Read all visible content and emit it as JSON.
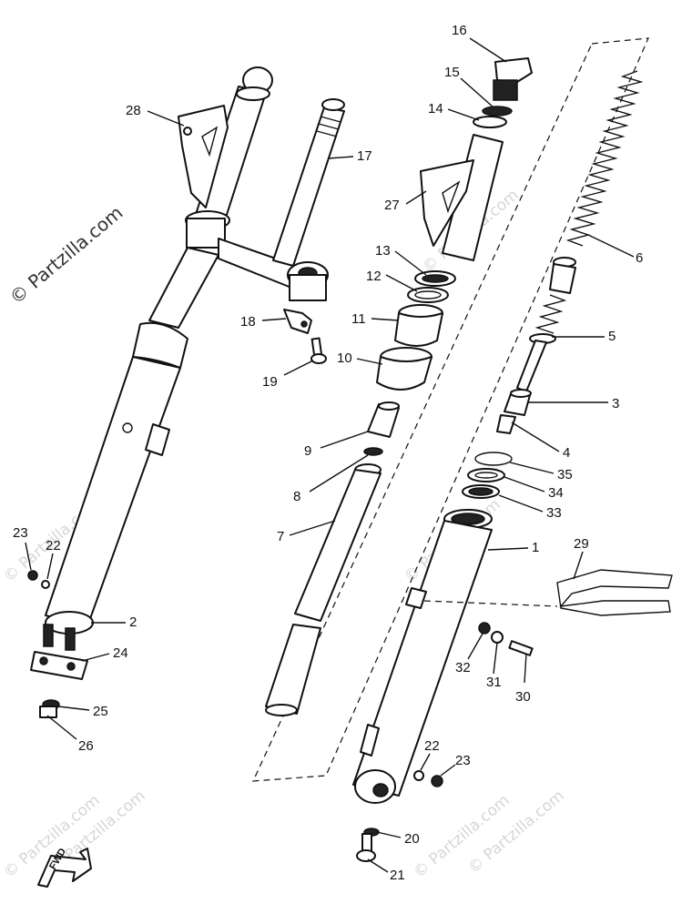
{
  "watermark": {
    "main": "© Partzilla.com",
    "repeat": "© Partzilla.com"
  },
  "fwd_label": "FWD",
  "callouts": {
    "n1": "1",
    "n2": "2",
    "n3": "3",
    "n4": "4",
    "n5": "5",
    "n6": "6",
    "n7": "7",
    "n8": "8",
    "n9": "9",
    "n10": "10",
    "n11": "11",
    "n12": "12",
    "n13": "13",
    "n14": "14",
    "n15": "15",
    "n16": "16",
    "n17": "17",
    "n18": "18",
    "n19": "19",
    "n20": "20",
    "n21": "21",
    "n22a": "22",
    "n22b": "22",
    "n23a": "23",
    "n23b": "23",
    "n24": "24",
    "n25": "25",
    "n26": "26",
    "n27": "27",
    "n28": "28",
    "n29": "29",
    "n30": "30",
    "n31": "31",
    "n32": "32",
    "n33": "33",
    "n34": "34",
    "n35": "35"
  }
}
